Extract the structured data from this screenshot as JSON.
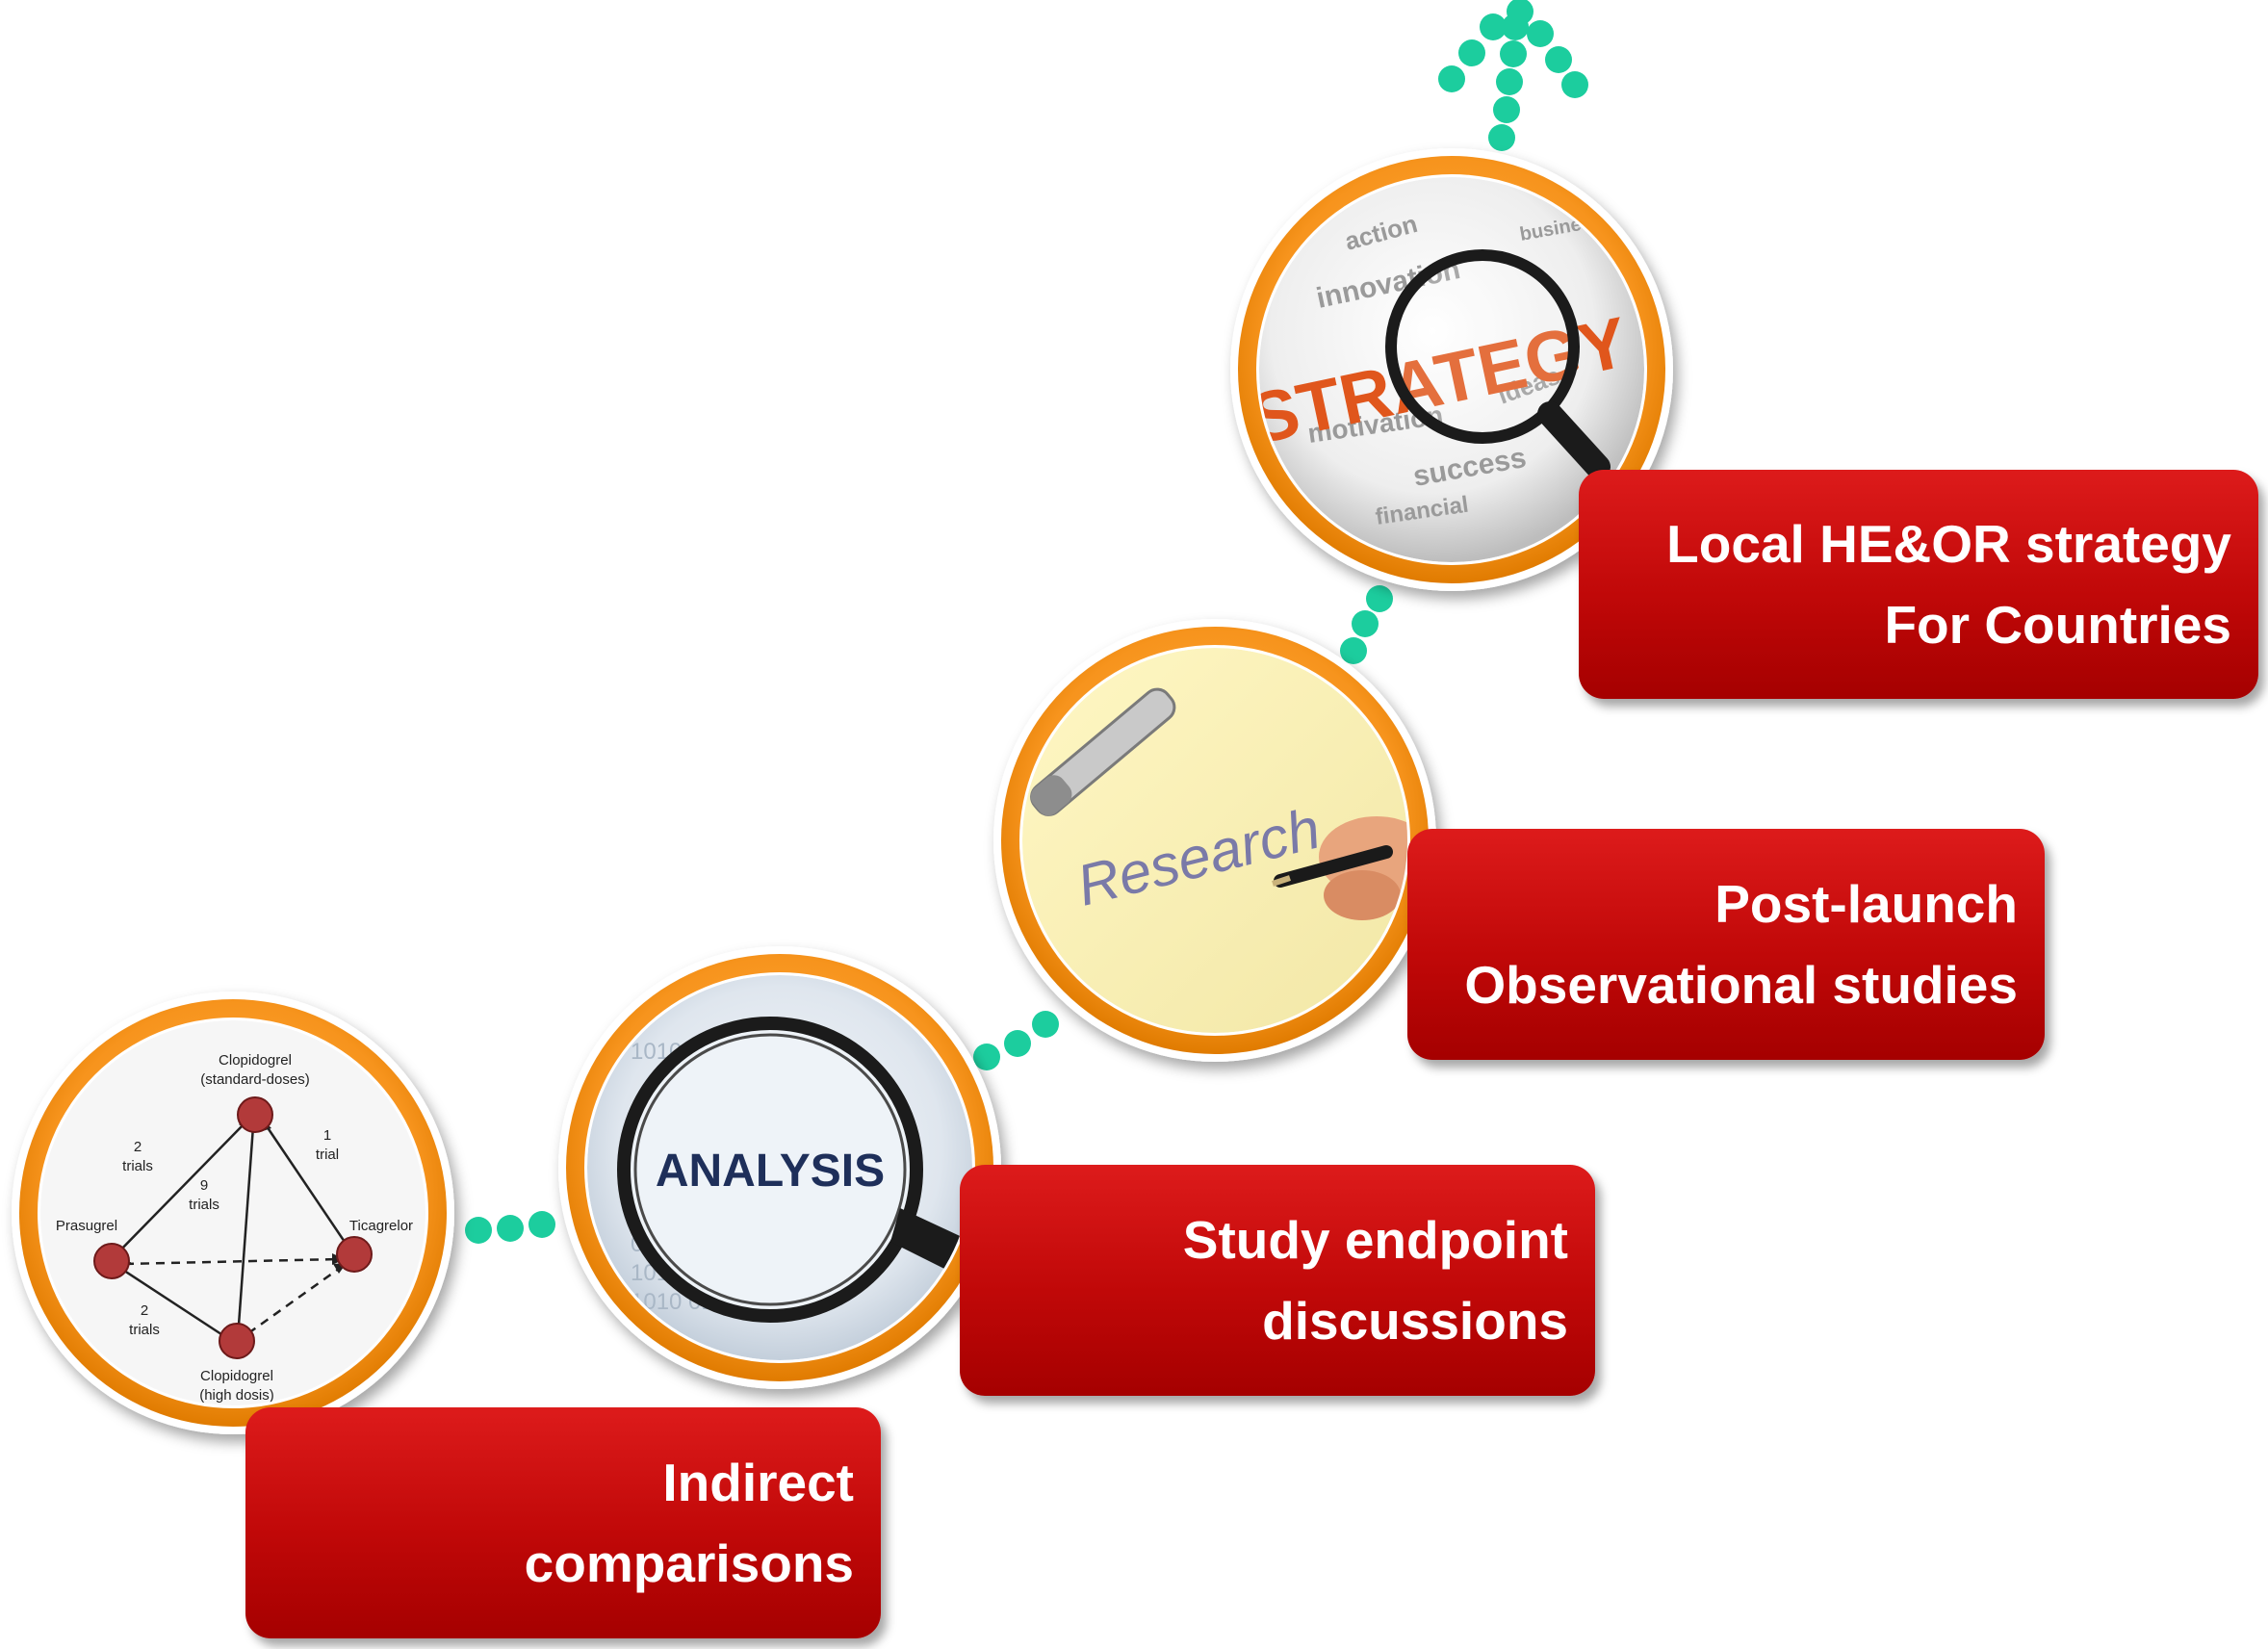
{
  "steps": [
    {
      "line1": "Indirect",
      "line2": "comparisons",
      "image": "network-diagram-image"
    },
    {
      "line1": "Study endpoint",
      "line2": "discussions",
      "image": "analysis-magnifier-image"
    },
    {
      "line1": "Post-launch",
      "line2": "Observational studies",
      "image": "research-writing-image"
    },
    {
      "line1": "Local HE&OR strategy",
      "line2": "For Countries",
      "image": "strategy-sphere-image"
    }
  ],
  "network": {
    "node_top_label": "Clopidogrel",
    "node_top_sub": "(standard-doses)",
    "node_left_label": "Prasugrel",
    "node_right_label": "Ticagrelor",
    "node_bottom_label": "Clopidogrel",
    "node_bottom_sub": "(high dosis)",
    "edge_left_count": "2",
    "edge_left_unit": "trials",
    "edge_center_count": "9",
    "edge_center_unit": "trials",
    "edge_right_count": "1",
    "edge_right_unit": "trial",
    "edge_bottom_count": "2",
    "edge_bottom_unit": "trials"
  },
  "analysis_word": "ANALYSIS",
  "research_word": "Research",
  "strategy_word": "STRATEGY",
  "colors": {
    "label_red": "#c00808",
    "ring_orange": "#f7941d",
    "dot_teal": "#1ccd9e",
    "node_red": "#b23a3a"
  }
}
